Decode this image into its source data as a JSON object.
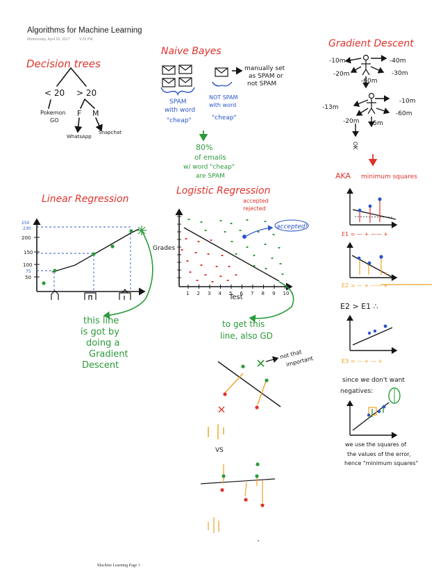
{
  "page": {
    "title": "Algorithms for Machine Learning",
    "date": "Wednesday, April 26, 2017",
    "time": "9:26 PM",
    "footer": "Machine Learning Page 1"
  },
  "colors": {
    "red": "#e0322c",
    "blue": "#2a55c8",
    "green": "#2a9a3a",
    "orange": "#f0a020",
    "black": "#151515"
  },
  "decision_trees": {
    "title": "Decision trees",
    "left_branch": "< 20",
    "right_branch": "> 20",
    "leaf_left": "Pokemon",
    "leaf_left_2": "GO",
    "mid_f": "F",
    "mid_m": "M",
    "leaf_f": "WhatsApp",
    "leaf_m": "Snapchat"
  },
  "naive_bayes": {
    "title": "Naive Bayes",
    "manual_note_1": "manually set",
    "manual_note_2": "as SPAM or",
    "manual_note_3": "not SPAM",
    "spam_1": "SPAM",
    "spam_2": "with word",
    "spam_3": "\"cheap\"",
    "notspam_1": "NOT SPAM",
    "notspam_2": "with word",
    "notspam_3": "\"cheap\"",
    "result_1": "80%",
    "result_2": "of emails",
    "result_3": "w/ word \"cheap\"",
    "result_4": "are SPAM"
  },
  "gradient_descent": {
    "title": "Gradient Descent",
    "top_labels": [
      "-10m",
      "-40m",
      "-20m",
      "-30m",
      "-60m"
    ],
    "mid_labels": [
      "-10m",
      "-13m",
      "-60m",
      "-20m",
      "-5m"
    ],
    "ok": "OK",
    "aka": "AKA",
    "aka_text": "minimum squares"
  },
  "linear_regression": {
    "title": "Linear Regression",
    "y_ticks": [
      "200",
      "150",
      "100",
      "50",
      "250",
      "230",
      "75"
    ],
    "note_1": "this line",
    "note_2": "is got by",
    "note_3": "doing a",
    "note_4": "Gradient",
    "note_5": "Descent"
  },
  "logistic_regression": {
    "title": "Logistic Regression",
    "accepted_rejected_1": "accepted",
    "accepted_rejected_2": "rejected",
    "accepted": "accepted!",
    "y_label": "Grades",
    "x_label": "Test",
    "x_ticks": [
      "1",
      "2",
      "3",
      "4",
      "5",
      "6",
      "7",
      "8",
      "9",
      "10"
    ],
    "note_1": "to get this",
    "note_2": "line, also GD",
    "not_important_1": "not that",
    "not_important_2": "important",
    "vs": "VS"
  },
  "least_squares": {
    "e1": "E1 = — + —— +",
    "e2": "E2 = — + —— +",
    "compare": "E2 > E1  ∴",
    "e3": "E3 = — + — +",
    "since_1": "since we don't want",
    "since_2": "negatives:",
    "use_1": "we use the squares of",
    "use_2": "the values of the error,",
    "use_3": "hence \"minimum squares\""
  }
}
